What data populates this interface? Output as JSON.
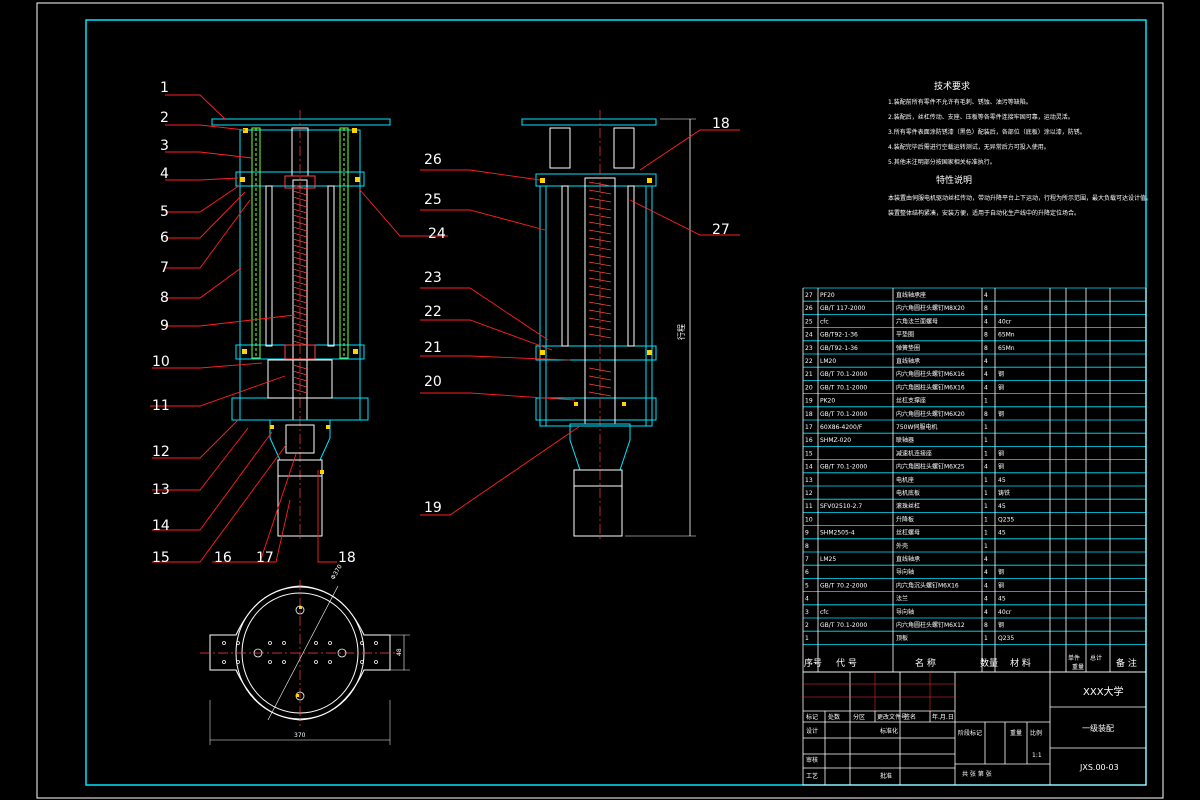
{
  "drawing": {
    "callouts_left": [
      "1",
      "2",
      "3",
      "4",
      "5",
      "6",
      "7",
      "8",
      "9",
      "10",
      "11",
      "12",
      "13",
      "14",
      "15",
      "16",
      "17",
      "18"
    ],
    "callouts_right": [
      "18",
      "26",
      "25",
      "27",
      "24",
      "23",
      "22",
      "21",
      "20",
      "19"
    ],
    "tech_req_title": "技术要求",
    "tech_req_lines": [
      "1.装配前所有零件不允许有毛刺、锈蚀、油污等缺陷。",
      "2.装配后，丝杠传动、支座、压板等各零件连接牢固可靠，运动灵活。",
      "3.所有零件表面涂防锈漆（黑色）配装后，各部位（底板）涂以漆，防锈。",
      "4.装配完毕后需进行空载运转测试，无异常后方可投入使用。",
      "5.其他未注明部分按国家相关标准执行。"
    ],
    "notes_title": "特性说明",
    "notes_lines": [
      "本装置由伺服电机驱动丝杠传动，带动升降平台上下运动，行程为所示范围，最大负载可达设计值。",
      "装置整体结构紧凑，安装方便，适用于自动化生产线中的升降定位场合。"
    ],
    "dim_vertical": "行程",
    "dim_plan_width": "370",
    "dim_plan_height": "48",
    "dim_plan_diag": "Φ370"
  },
  "bom": {
    "rows": [
      {
        "no": "27",
        "code": "PF20",
        "name": "直线轴承座",
        "qty": "4",
        "mat": ""
      },
      {
        "no": "26",
        "code": "GB/T 117-2000",
        "name": "内六角圆柱头螺钉M8X20",
        "qty": "8",
        "mat": ""
      },
      {
        "no": "25",
        "code": "cfc",
        "name": "六角法兰面螺母",
        "qty": "4",
        "mat": "40cr"
      },
      {
        "no": "24",
        "code": "GB/T92-1-36",
        "name": "平垫圈",
        "qty": "8",
        "mat": "65Mn"
      },
      {
        "no": "23",
        "code": "GB/T92-1-36",
        "name": "弹簧垫圈",
        "qty": "8",
        "mat": "65Mn"
      },
      {
        "no": "22",
        "code": "LM20",
        "name": "直线轴承",
        "qty": "4",
        "mat": ""
      },
      {
        "no": "21",
        "code": "GB/T 70.1-2000",
        "name": "内六角圆柱头螺钉M6X16",
        "qty": "4",
        "mat": "钢"
      },
      {
        "no": "20",
        "code": "GB/T 70.1-2000",
        "name": "内六角圆柱头螺钉M6X16",
        "qty": "4",
        "mat": "钢"
      },
      {
        "no": "19",
        "code": "PK20",
        "name": "丝杠支撑座",
        "qty": "1",
        "mat": ""
      },
      {
        "no": "18",
        "code": "GB/T 70.1-2000",
        "name": "内六角圆柱头螺钉M6X20",
        "qty": "8",
        "mat": "钢"
      },
      {
        "no": "17",
        "code": "60X86-4200/F",
        "name": "750W伺服电机",
        "qty": "1",
        "mat": ""
      },
      {
        "no": "16",
        "code": "SHMZ-020",
        "name": "联轴器",
        "qty": "1",
        "mat": ""
      },
      {
        "no": "15",
        "code": "",
        "name": "减速机连接座",
        "qty": "1",
        "mat": "钢"
      },
      {
        "no": "14",
        "code": "GB/T 70.1-2000",
        "name": "内六角圆柱头螺钉M6X25",
        "qty": "4",
        "mat": "钢"
      },
      {
        "no": "13",
        "code": "",
        "name": "电机座",
        "qty": "1",
        "mat": "45"
      },
      {
        "no": "12",
        "code": "",
        "name": "电机底板",
        "qty": "1",
        "mat": "铸铁"
      },
      {
        "no": "11",
        "code": "SFV02510-2.7",
        "name": "滚珠丝杠",
        "qty": "1",
        "mat": "45"
      },
      {
        "no": "10",
        "code": "",
        "name": "升降板",
        "qty": "1",
        "mat": "Q235"
      },
      {
        "no": "9",
        "code": "SHM2505-4",
        "name": "丝杠螺母",
        "qty": "1",
        "mat": "45"
      },
      {
        "no": "8",
        "code": "",
        "name": "外壳",
        "qty": "1",
        "mat": ""
      },
      {
        "no": "7",
        "code": "LM25",
        "name": "直线轴承",
        "qty": "4",
        "mat": ""
      },
      {
        "no": "6",
        "code": "",
        "name": "导向轴",
        "qty": "4",
        "mat": "钢"
      },
      {
        "no": "5",
        "code": "GB/T 70.2-2000",
        "name": "内六角沉头螺钉M6X16",
        "qty": "4",
        "mat": "钢"
      },
      {
        "no": "4",
        "code": "",
        "name": "法兰",
        "qty": "4",
        "mat": "45"
      },
      {
        "no": "3",
        "code": "cfc",
        "name": "导向轴",
        "qty": "4",
        "mat": "40cr"
      },
      {
        "no": "2",
        "code": "GB/T 70.1-2000",
        "name": "内六角圆柱头螺钉M6X12",
        "qty": "8",
        "mat": "钢"
      },
      {
        "no": "1",
        "code": "",
        "name": "顶板",
        "qty": "1",
        "mat": "Q235"
      }
    ],
    "header": {
      "no": "序号",
      "code": "代 号",
      "name": "名 称",
      "qty": "数量",
      "mat": "材 料",
      "unit": "单件",
      "total": "总计",
      "weight": "重量",
      "note": "备 注"
    }
  },
  "title_block": {
    "school": "XXX大学",
    "drawing_name": "一级装配",
    "drawing_no": "JXS.00-03",
    "scale_label": "比例",
    "scale_value": "1:1",
    "weight_label": "重量",
    "stage_label": "阶段标记",
    "mark_label": "标记",
    "count_label": "处数",
    "zone_label": "分区",
    "change_doc_label": "更改文件号",
    "sign_label": "签名",
    "date_label": "年.月.日",
    "design_label": "设计",
    "standard_label": "标准化",
    "review_label": "审核",
    "process_label": "工艺",
    "approve_label": "批准",
    "sheets_label": "共 张 第 张"
  }
}
